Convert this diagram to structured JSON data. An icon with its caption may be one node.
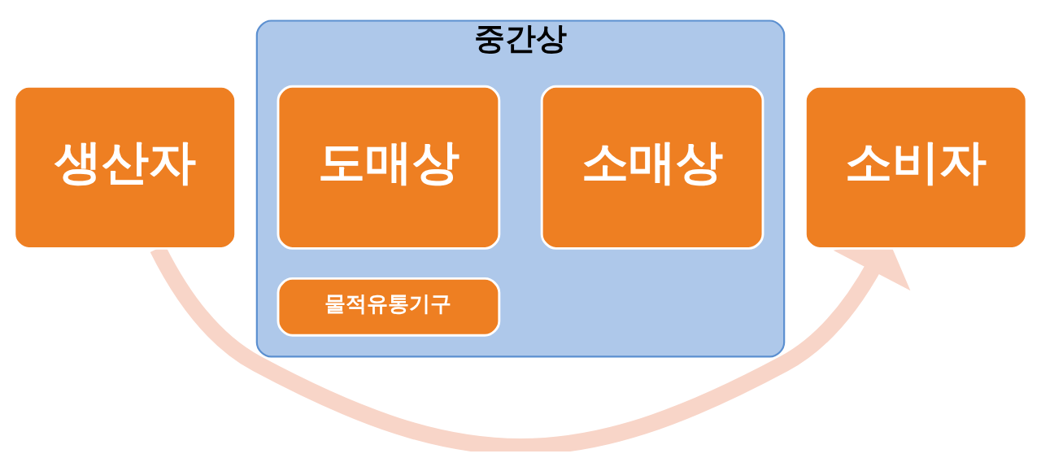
{
  "diagram": {
    "nodes": [
      {
        "text": [
          "생산자"
        ]
      },
      {
        "text": [
          "중간상"
        ]
      },
      {
        "text": [
          "도매상"
        ],
        "in": 1
      },
      {
        "text": [
          "소매상"
        ],
        "in": 1
      },
      {
        "text": [
          "물적유통기구"
        ],
        "in": 1
      },
      {
        "text": [
          "소비자"
        ]
      }
    ],
    "edges": [
      {
        "from": 0,
        "to": 5,
        "arrow": "to"
      }
    ]
  }
}
